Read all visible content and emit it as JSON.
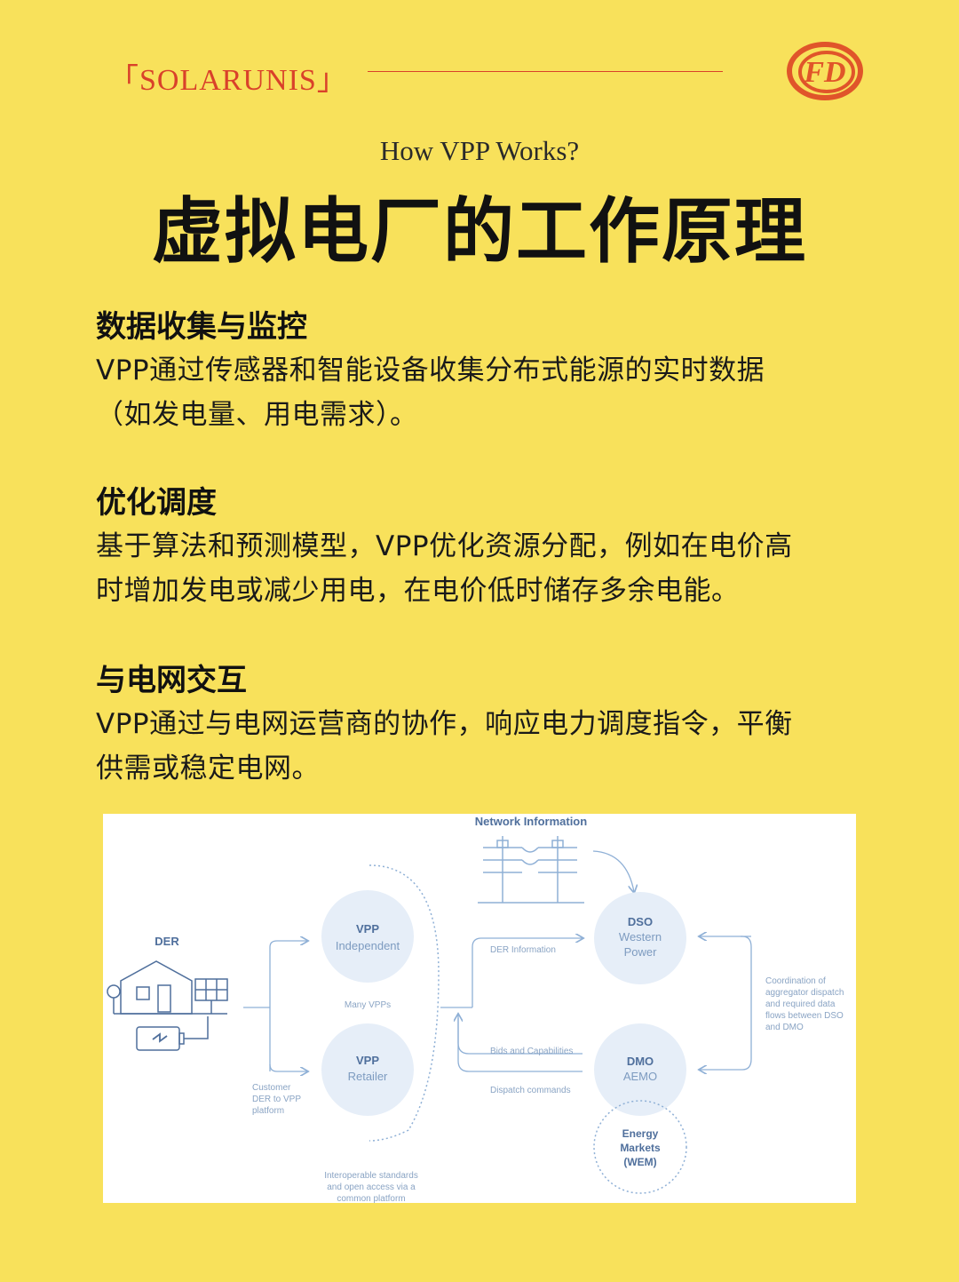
{
  "header": {
    "brand": "「SOLARUNIS」",
    "logo_text": "FD",
    "accent_color": "#d9412a"
  },
  "subtitle": "How VPP Works?",
  "title": "虚拟电厂的工作原理",
  "sections": [
    {
      "heading": "数据收集与监控",
      "lines": [
        "VPP通过传感器和智能设备收集分布式能源的实时数据",
        "（如发电量、用电需求）。"
      ]
    },
    {
      "heading": "优化调度",
      "lines": [
        "基于算法和预测模型，VPP优化资源分配，例如在电价高",
        "时增加发电或减少用电，在电价低时储存多余电能。"
      ]
    },
    {
      "heading": "与电网交互",
      "lines": [
        "VPP通过与电网运营商的协作，响应电力调度指令，平衡",
        "供需或稳定电网。"
      ]
    }
  ],
  "diagram": {
    "network_info": "Network Information",
    "der": "DER",
    "vpp_independent": [
      "VPP",
      "Independent"
    ],
    "many_vpps": "Many VPPs",
    "vpp_retailer": [
      "VPP",
      "Retailer"
    ],
    "customer_note": [
      "Customer",
      "DER to VPP",
      "platform"
    ],
    "interop_note": [
      "Interoperable standards",
      "and open access via a",
      "common platform"
    ],
    "der_information": "DER Information",
    "bids": "Bids and Capabilities",
    "dispatch": "Dispatch commands",
    "dso": [
      "DSO",
      "Western",
      "Power"
    ],
    "dmo": [
      "DMO",
      "AEMO"
    ],
    "energy_markets": [
      "Energy",
      "Markets",
      "(WEM)"
    ],
    "coordination_note": [
      "Coordination of",
      "aggregator dispatch",
      "and required data",
      "flows between DSO",
      "and DMO"
    ],
    "colors": {
      "line": "#8fb0d6",
      "circle": "#e6eef8",
      "text": "#8aa4c4"
    }
  }
}
